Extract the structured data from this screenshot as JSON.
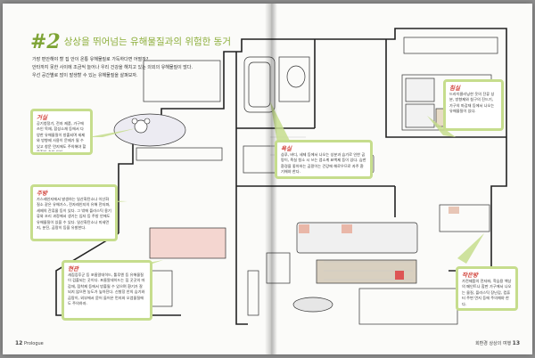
{
  "title": {
    "number": "#2",
    "text": "상상을 뛰어넘는 유해물질과의 위험한 동거"
  },
  "intro": [
    "가장 편안해야 할 집 안이 온통 유해물질로 가득하다면 어떨까?",
    "안타까지 못한 사이에 조금씩 늘어나 우리 건강을 해치고 있는 의외의 유해물질이 많다.",
    "우선 공간별로 많이 발생할 수 있는 유해물질을 살펴보자."
  ],
  "callouts": {
    "living": {
      "label": "거실",
      "text": "공기청정기, 전자 제품, 가구에 쓰인 목재, 합성소재 등에서 다양한 유해물질이 방출되며 세제와 방향제 사용이 문제가 될 수 있고 창문 먼지에도 주의해야 할 물질이 숨어 있다."
    },
    "kitchen": {
      "label": "주방",
      "text": "가스레인지에서 발생하는 일산화탄소나 이산화질소 같은 유해가스, 전자레인지의 유해 전자파, 세제의 잔류물 등이 있다. 그 밖에 플라스틱 용기류와 조리 과정에서 생기는 입자 등 주방 안에도 유해물질이 있을 수 있다. 일산화탄소나 미세먼지, 분진, 곰팡이 등을 유발한다."
    },
    "entrance": {
      "label": "현관",
      "text": "새집증후군 등 포름알데히드, 톨루엔 등 유해물질이 검출되는 곳이다. 포름알데히드는 집 곳곳의 마감재, 접착제 등에서 방출될 수 있으며 환기가 잘 되지 않으면 농도가 높아진다. 신발장 안의 습기와 곰팡이, 외부에서 묻어 들어온 먼지와 오염물질에도 주의하자."
    },
    "bath": {
      "label": "욕실",
      "text": "샴푸, 바디, 세제 등에서 나오는 성분과 습기로 인한 곰팡이, 욕실 청소 시 쓰는 염소계 표백제 등이 있다. 습한 환경을 좋아하는 곰팡이는 건강에 해로우므로 자주 환기해야 한다."
    },
    "bedroom": {
      "label": "침실",
      "text": "드라이클리닝한 옷의 잔류 성분, 방향제와 침구의 진드기, 가구의 마감재 등에서 나오는 유해물질이 있다."
    },
    "room": {
      "label": "작은방",
      "text": "가전제품의 전자파, 학습용 책상의 페인트나 합판 가구에서 나오는 물질, 플라스틱 장난감, 컴퓨터 주변 먼지 등에 주의해야 한다."
    }
  },
  "footer": {
    "left_page": "12",
    "left_section": "Prologue",
    "right_page": "13",
    "right_section": "회환경 상상의 여행"
  },
  "colors": {
    "accent": "#8cae3a",
    "callout_border": "#c6dd8d",
    "label": "#d2453d"
  }
}
